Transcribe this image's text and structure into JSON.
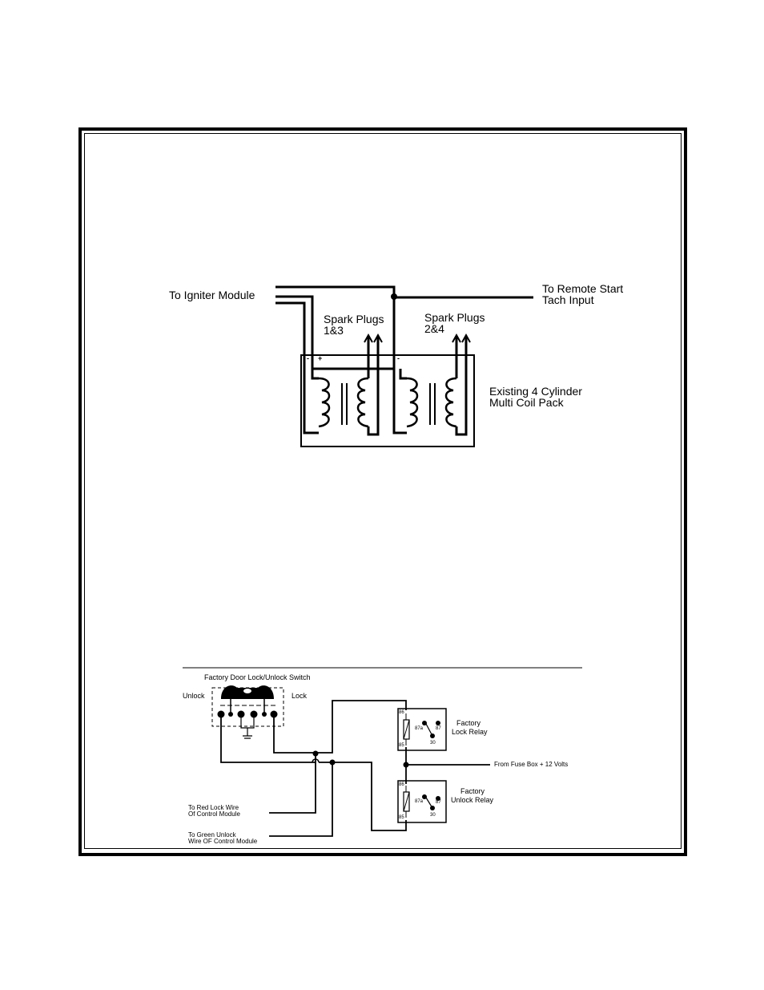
{
  "coil_diagram": {
    "igniter_label": "To Igniter Module",
    "tach_label_1": "To Remote Start",
    "tach_label_2": "Tach Input",
    "plugs_13_line1": "Spark Plugs",
    "plugs_13_line2": "1&3",
    "plugs_24_line1": "Spark Plugs",
    "plugs_24_line2": "2&4",
    "pack_line1": "Existing 4 Cylinder",
    "pack_line2": "Multi Coil Pack",
    "minus_left": "-",
    "plus_left": "+",
    "minus_mid": "-"
  },
  "lock_diagram": {
    "switch_title": "Factory Door Lock/Unlock Switch",
    "unlock_label": "Unlock",
    "lock_label": "Lock",
    "lock_relay_line1": "Factory",
    "lock_relay_line2": "Lock Relay",
    "unlock_relay_line1": "Factory",
    "unlock_relay_line2": "Unlock Relay",
    "fuse_label": "From Fuse Box + 12 Volts",
    "red_wire_line1": "To Red Lock Wire",
    "red_wire_line2": "Of Control Module",
    "green_wire_line1": "To Green Unlock",
    "green_wire_line2": "Wire OF Control Module",
    "lr_86": "86",
    "lr_85": "85",
    "lr_87a": "87a",
    "lr_87": "87",
    "lr_30": "30",
    "ur_86": "86",
    "ur_85": "85",
    "ur_87a": "87a",
    "ur_87": "87",
    "ur_30": "30"
  }
}
